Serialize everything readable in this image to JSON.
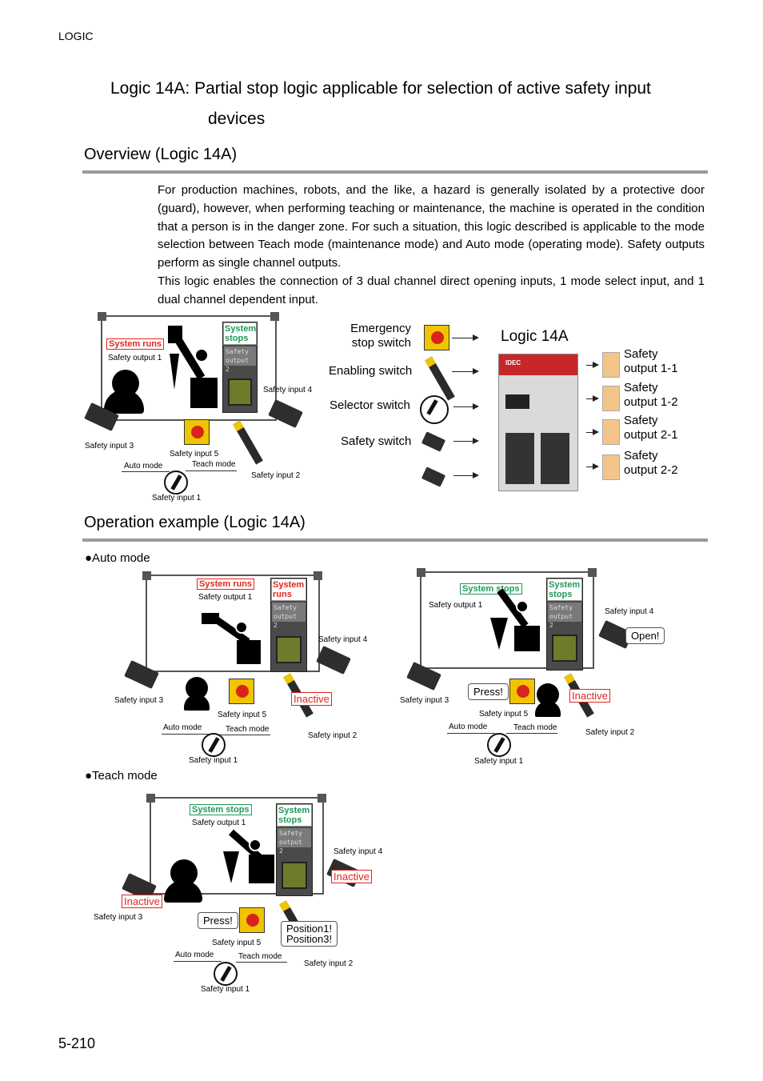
{
  "header": "LOGIC",
  "title": {
    "line1": "Logic 14A: Partial stop logic applicable for selection of active safety input",
    "line2": "devices"
  },
  "overview": {
    "heading": "Overview (Logic 14A)",
    "para1": "For production machines, robots, and the like, a hazard is generally isolated by a protective door (guard), however, when performing teaching or maintenance, the machine is operated in the condition that a person is in the danger zone. For such a situation, this logic described is applicable to the mode selection between Teach mode (maintenance mode) and Auto mode (operating mode). Safety outputs perform as single channel outputs.",
    "para2": "This logic enables the connection of 3 dual channel direct opening inputs, 1 mode select input, and 1 dual channel dependent input."
  },
  "fig_overview": {
    "system_runs": "System runs",
    "system_stops": "System stops",
    "safety_output_1": "Safety output 1",
    "safety_output_2": "Safety output 2",
    "safety_input_1": "Safety input 1",
    "safety_input_2": "Safety input 2",
    "safety_input_3": "Safety input 3",
    "safety_input_4": "Safety input 4",
    "safety_input_5": "Safety input 5",
    "auto_mode": "Auto mode",
    "teach_mode": "Teach mode"
  },
  "fig_logic": {
    "title": "Logic 14A",
    "inputs": [
      "Emergency stop switch",
      "Enabling switch",
      "Selector switch",
      "Safety switch"
    ],
    "outputs": [
      "Safety output 1-1",
      "Safety output 1-2",
      "Safety output 2-1",
      "Safety output 2-2"
    ],
    "brand": "IDEC"
  },
  "operation": {
    "heading": "Operation example (Logic 14A)",
    "auto_mode_label": "●Auto mode",
    "teach_mode_label": "●Teach mode",
    "inactive": "Inactive",
    "press": "Press!",
    "open": "Open!",
    "position": "Position1!\nPosition3!"
  },
  "page_number": "5-210"
}
